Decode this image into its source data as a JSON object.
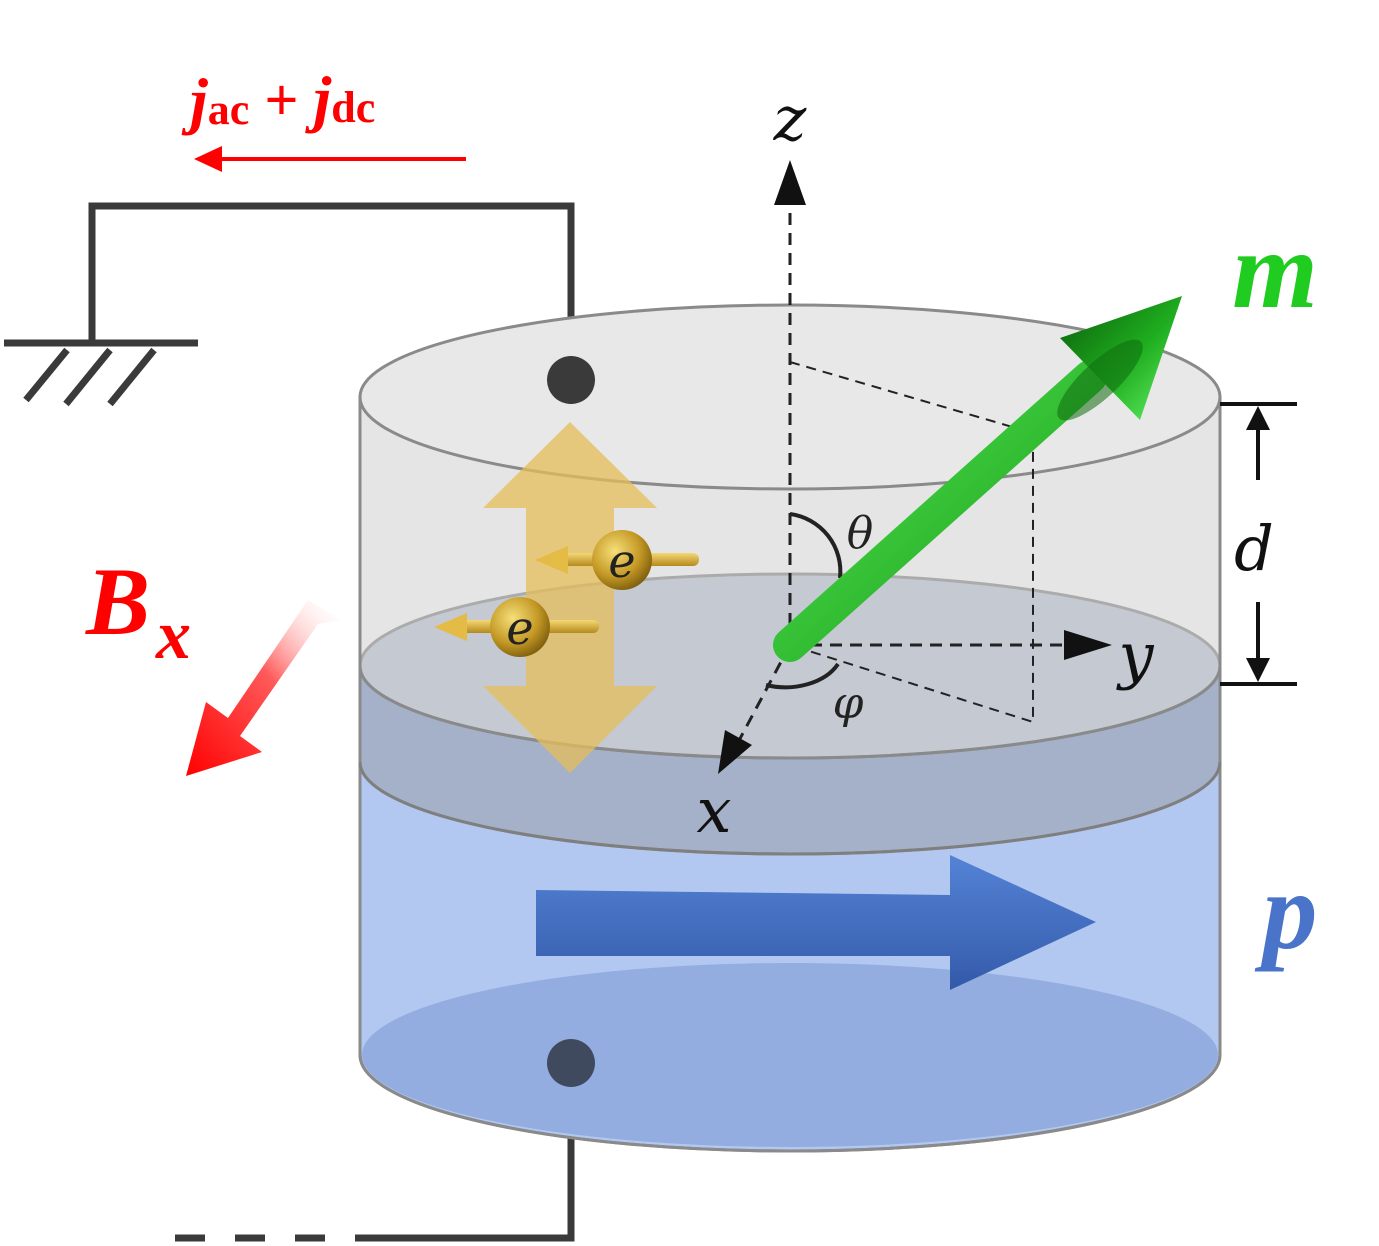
{
  "labels": {
    "current_j1": "j",
    "current_sub1": "ac",
    "current_plus": " + ",
    "current_j2": "j",
    "current_sub2": "dc",
    "field_B": "B",
    "field_sub": "x",
    "axis_z": "z",
    "axis_y": "y",
    "axis_x": "x",
    "angle_theta": "θ",
    "angle_phi": "φ",
    "thickness_d": "d",
    "vector_m": "m",
    "vector_p": "p",
    "electron_1": "e",
    "electron_2": "e"
  },
  "colors": {
    "current": "#ff0000",
    "field": "#ff1a1a",
    "magnetization": "#1fcc1f",
    "polarization": "#4a74c9",
    "wire": "#3a3a3a",
    "free_layer": "#d9d9d9",
    "spacer": "#a8b4cb",
    "fixed_layer": "#adc4ee",
    "electron": "#c9a030",
    "oscillation": "#e6be5a"
  }
}
